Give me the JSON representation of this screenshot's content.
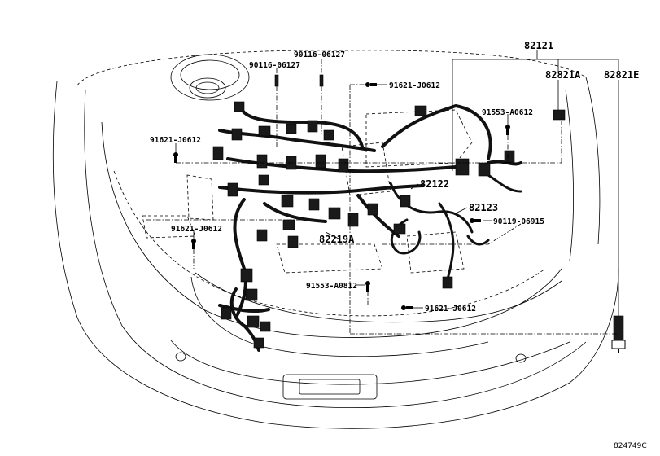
{
  "labels": {
    "main_harness": "82121",
    "sub_82821a": "82821A",
    "sub_82821e": "82821E",
    "bolt_top_left": "90116-06127",
    "bolt_top_right": "90116-06127",
    "bolt_91621_top": "91621-J0612",
    "bolt_91553_right": "91553-A0612",
    "bolt_91621_left_upper": "91621-J0612",
    "wire_82122": "82122",
    "wire_82123": "82123",
    "screw_90119": "90119-06915",
    "bolt_91621_left_lower": "91621-J0612",
    "harness_82219a": "82219A",
    "bolt_91553_bottom": "91553-A0812",
    "bolt_91621_bottom": "91621-J0612",
    "figure_ref": "824749C"
  }
}
